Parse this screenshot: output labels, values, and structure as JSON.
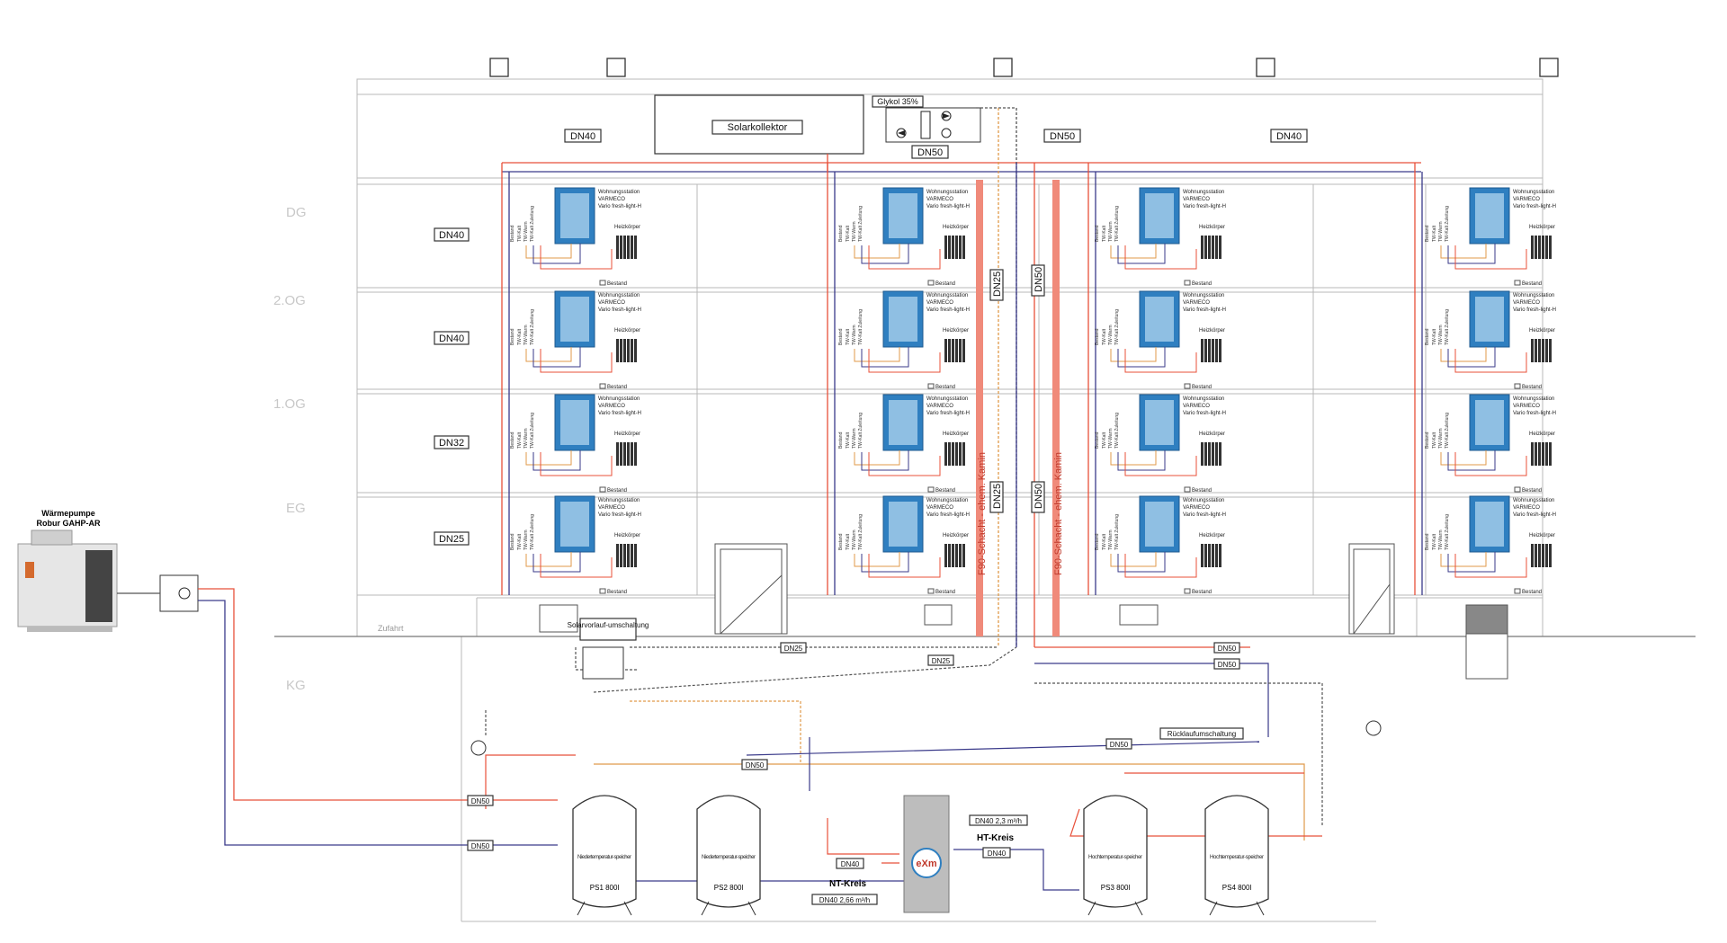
{
  "floors": [
    "DG",
    "2.OG",
    "1.OG",
    "EG",
    "KG"
  ],
  "riser_labels": [
    "DN40",
    "DN40",
    "DN32",
    "DN25"
  ],
  "top_labels": {
    "left": "DN40",
    "mid": "DN50",
    "right": "DN40",
    "collector_dn": "DN50"
  },
  "solar": {
    "collector": "Solarkollektor",
    "glycol": "Glykol 35%"
  },
  "shaft": {
    "left": "F90-Schacht - ehem. Kamin",
    "right": "F90-Schacht - ehem. Kamin"
  },
  "shaft_dn": {
    "a": "DN25",
    "b": "DN50",
    "c": "DN25",
    "d": "DN50"
  },
  "station": {
    "title_lines": [
      "Wohnungsstation",
      "VARMECO",
      "Vario fresh-light-H"
    ],
    "heater": "Heizkörper",
    "existing": "Bestand",
    "legend": [
      "TW-Kalt",
      "TW-Warm",
      "TW-Kalt Zuleitung"
    ]
  },
  "heatpump": {
    "line1": "Wärmepumpe",
    "line2": "Robur GAHP-AR"
  },
  "basement": {
    "zufahrt": "Zufahrt",
    "solar_switch": "Solarvorlauf-umschaltung",
    "return_switch": "Rücklaufumschaltung",
    "dn25_a": "DN25",
    "dn25_b": "DN25",
    "dn50_a": "DN50",
    "dn50_b": "DN50",
    "dn50_c": "DN50",
    "dn50_d": "DN50",
    "dn50_e": "DN50",
    "dn50_f": "DN50",
    "nt_kreis": "NT-Kreis",
    "ht_kreis": "HT-Kreis",
    "nt_dn": "DN40",
    "nt_flow": "DN40 2,66 m³/h",
    "ht_flow": "DN40 2,3 m³/h",
    "ht_dn": "DN40",
    "exm_logo": "eXm"
  },
  "tanks": [
    {
      "id": "PS1",
      "type": "Niedertemperatur-speicher",
      "volume": "800l"
    },
    {
      "id": "PS2",
      "type": "Niedertemperatur-speicher",
      "volume": "800l"
    },
    {
      "id": "PS3",
      "type": "Hochtemperatur-speicher",
      "volume": "800l"
    },
    {
      "id": "PS4",
      "type": "Hochtemperatur-speicher",
      "volume": "800l"
    }
  ],
  "colors": {
    "hot": "#e8503a",
    "cold": "#3a3a8a",
    "shaft": "#f08a7a",
    "station": "#2f7fc0",
    "orange": "#e09a4a"
  }
}
